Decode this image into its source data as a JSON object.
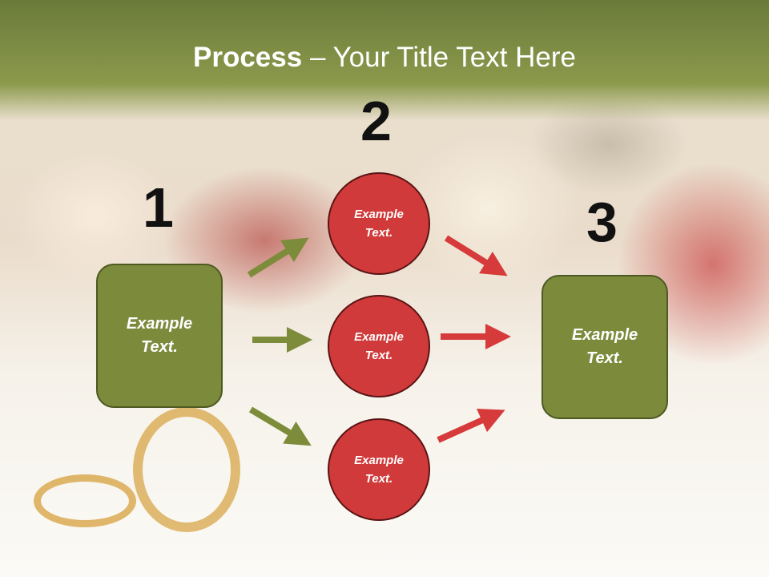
{
  "title": {
    "bold": "Process",
    "rest": " – Your Title Text Here"
  },
  "numbers": {
    "n1": "1",
    "n2": "2",
    "n3": "3"
  },
  "left_box": {
    "line1": "Example",
    "line2": "Text."
  },
  "right_box": {
    "line1": "Example",
    "line2": "Text."
  },
  "circles": [
    {
      "line1": "Example",
      "line2": "Text."
    },
    {
      "line1": "Example",
      "line2": "Text."
    },
    {
      "line1": "Example",
      "line2": "Text."
    }
  ],
  "colors": {
    "olive": "#7c8a3c",
    "red": "#d13a3a",
    "green_arrow": "#7d8c3a",
    "red_arrow": "#d63a3a"
  }
}
